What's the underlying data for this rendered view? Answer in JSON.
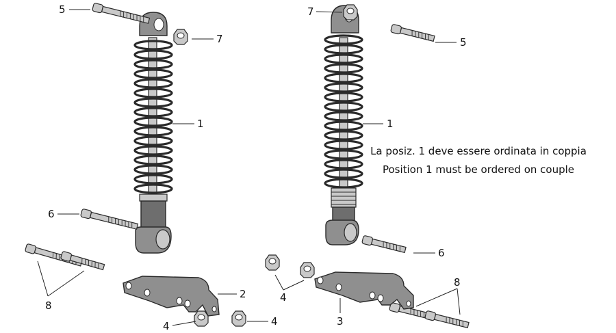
{
  "callouts": {
    "left": {
      "bolt_top": "5",
      "nut_top": "7",
      "shock": "1",
      "bolt_mid": "6",
      "bolts_pair": "8",
      "bracket": "2",
      "nut_bottom_a": "4",
      "nut_bottom_b": "4"
    },
    "right": {
      "nut_top": "7",
      "bolt_top": "5",
      "shock": "1",
      "bolt_mid": "6",
      "nuts_pair": "4",
      "bracket": "3",
      "bolts_pair": "8"
    }
  },
  "note": {
    "line_it": "La posiz. 1 deve essere ordinata in coppia",
    "line_en": "Position 1 must be ordered on couple"
  }
}
